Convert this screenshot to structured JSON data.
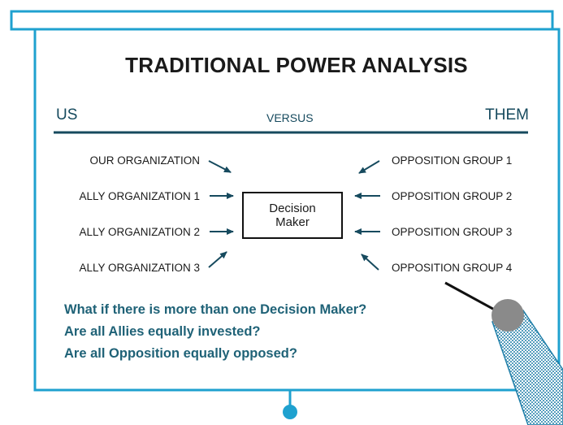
{
  "header": {
    "title": "TRADITIONAL POWER ANALYSIS"
  },
  "sides": {
    "left": "US",
    "middle": "VERSUS",
    "right": "THEM"
  },
  "us_side": [
    "OUR ORGANIZATION",
    "ALLY ORGANIZATION 1",
    "ALLY ORGANIZATION 2",
    "ALLY ORGANIZATION 3"
  ],
  "them_side": [
    "OPPOSITION GROUP 1",
    "OPPOSITION GROUP 2",
    "OPPOSITION GROUP 3",
    "OPPOSITION GROUP 4"
  ],
  "center": {
    "label": "Decision\nMaker"
  },
  "questions": [
    "What if there is more than one Decision Maker?",
    "Are all Allies equally invested?",
    "Are all Opposition equally opposed?"
  ],
  "colors": {
    "frame": "#1fa1cf",
    "heading_text": "#164a5e",
    "question_text": "#1f6277",
    "arrows": "#164a5e",
    "pointer_tip": "#8a8a8a"
  },
  "icons": {
    "pointer": "pointer-stick-icon"
  }
}
